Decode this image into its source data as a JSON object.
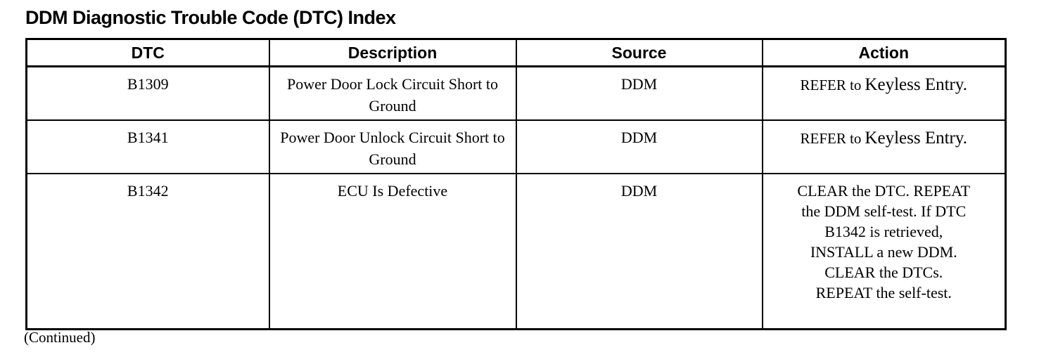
{
  "colors": {
    "ink": "#000000",
    "paper": "#ffffff"
  },
  "page": {
    "title": "DDM Diagnostic Trouble Code (DTC) Index",
    "continued_note": "(Continued)"
  },
  "table": {
    "headers": [
      "DTC",
      "Description",
      "Source",
      "Action"
    ],
    "rows": [
      {
        "dtc": "B1309",
        "description": "Power Door Lock Circuit Short to Ground",
        "source": "DDM",
        "action_prefix": "REFER to",
        "action_reference": "Keyless Entry."
      },
      {
        "dtc": "B1341",
        "description": "Power Door Unlock Circuit Short to Ground",
        "source": "DDM",
        "action_prefix": "REFER to",
        "action_reference": "Keyless Entry."
      },
      {
        "dtc": "B1342",
        "description": "ECU Is Defective",
        "source": "DDM",
        "action_lines": [
          "CLEAR the DTC. REPEAT",
          "the DDM self-test. If DTC",
          "B1342 is retrieved,",
          "INSTALL a new DDM.",
          "CLEAR the DTCs.",
          "REPEAT the self-test."
        ]
      }
    ]
  }
}
